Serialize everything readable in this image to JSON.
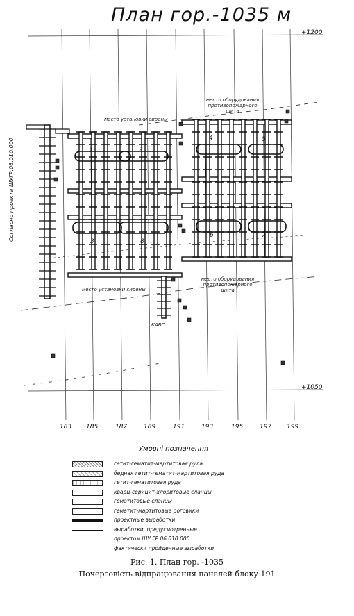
{
  "title": "План гор.-1035 м",
  "grid": {
    "x_labels": [
      "183",
      "185",
      "187",
      "189",
      "191",
      "193",
      "195",
      "197",
      "199"
    ],
    "y_labels": [
      "+1200",
      "+1050"
    ]
  },
  "side_label": "Согласно проекта ШУГР.06.010.000",
  "annotations": [
    {
      "id": "siren-top",
      "text": "место установки сирены"
    },
    {
      "id": "siren-bottom",
      "text": "место установки сирены"
    },
    {
      "id": "fire-top",
      "text": "место оборудования противопожарного щита"
    },
    {
      "id": "fire-bottom",
      "text": "место оборудования противопожарного щита"
    },
    {
      "id": "kabel",
      "text": "КАБС"
    }
  ],
  "panels": [
    "1",
    "2",
    "3",
    "4",
    "5",
    "6",
    "7",
    "8"
  ],
  "legend": {
    "title": "Умовні позначення",
    "items": [
      {
        "text": "гетит-гематит-мартитовая руда",
        "style": "dense"
      },
      {
        "text": "бедная гетит-гематит-мартитовая руда",
        "style": "medium"
      },
      {
        "text": "гетит-гематитовая руда",
        "style": "light"
      },
      {
        "text": "кварц-серицит-хлоритовые сланцы",
        "style": "empty"
      },
      {
        "text": "гематитовые сланцы",
        "style": "empty"
      },
      {
        "text": "гематит-мартитовые роговики",
        "style": "empty"
      },
      {
        "text": "проектные выработки",
        "style": "thick-line"
      },
      {
        "text": "выработки, предусмотренные",
        "style": "line"
      },
      {
        "text": "проектом ШУ ГР.06.010.000",
        "style": "none"
      },
      {
        "text": "фактически пройденные выработки",
        "style": "thin-line"
      }
    ]
  },
  "caption": {
    "line1": "Рис. 1. План гор. -1035",
    "line2": "Почерговість відпрацювання панелей блоку 191"
  }
}
